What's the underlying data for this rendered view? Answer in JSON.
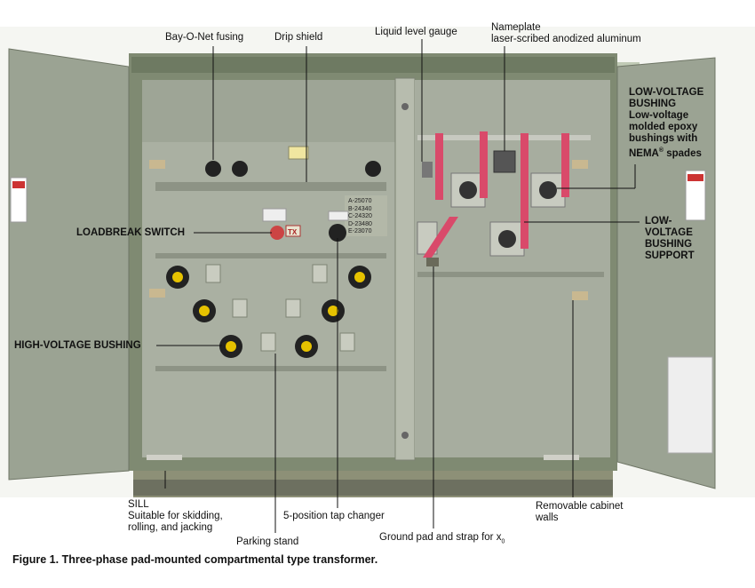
{
  "labels": {
    "bay_o_net": "Bay-O-Net fusing",
    "drip_shield": "Drip shield",
    "liquid_level": "Liquid level gauge",
    "nameplate_1": "Nameplate",
    "nameplate_2": "laser-scribed anodized aluminum",
    "lv_bushing_title_1": "LOW-VOLTAGE",
    "lv_bushing_title_2": "BUSHING",
    "lv_bushing_desc_1": "Low-voltage",
    "lv_bushing_desc_2": "molded epoxy",
    "lv_bushing_desc_3": "bushings with",
    "lv_bushing_desc_4": "NEMA",
    "lv_bushing_desc_4_sup": "®",
    "lv_bushing_desc_4_end": " spades",
    "loadbreak": "LOADBREAK SWITCH",
    "lv_support_1": "LOW-",
    "lv_support_2": "VOLTAGE",
    "lv_support_3": "BUSHING",
    "lv_support_4": "SUPPORT",
    "hv_bushing": "HIGH-VOLTAGE BUSHING",
    "sill_1": "SILL",
    "sill_2": "Suitable for skidding,",
    "sill_3": "rolling, and jacking",
    "tap_changer": "5-position tap changer",
    "parking_stand": "Parking stand",
    "ground_pad": "Ground pad and strap for x",
    "ground_pad_sub": "0",
    "removable_1": "Removable cabinet",
    "removable_2": "walls"
  },
  "tap_positions": [
    "A-25070",
    "B-24340",
    "C-24320",
    "D-23480",
    "E-23070"
  ],
  "tx_tag": "TX",
  "caption": "Figure 1. Three-phase pad-mounted compartmental type transformer."
}
